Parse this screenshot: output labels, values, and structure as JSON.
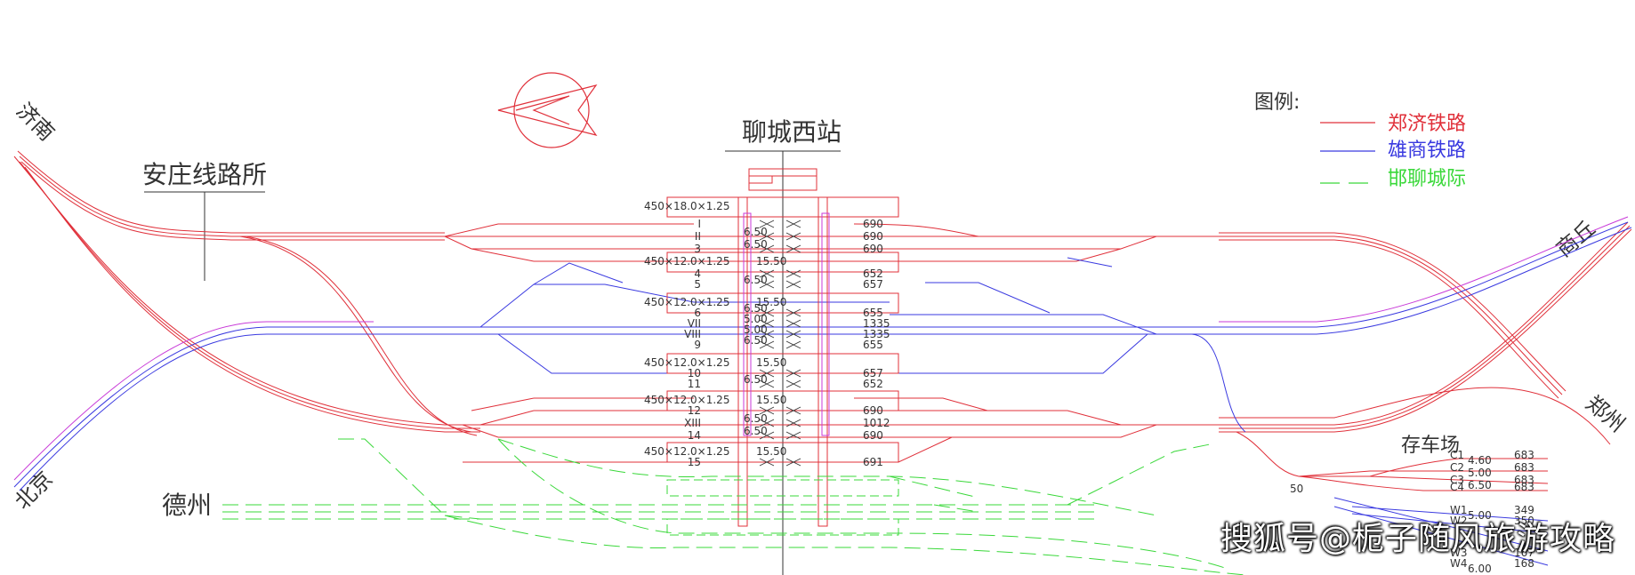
{
  "station_title": "聊城西站",
  "junction_label": "安庄线路所",
  "legend": {
    "title": "图例:",
    "items": [
      {
        "label": "郑济铁路",
        "color": "#e0303a",
        "style": "solid"
      },
      {
        "label": "雄商铁路",
        "color": "#3a3ae0",
        "style": "solid"
      },
      {
        "label": "邯聊城际",
        "color": "#3ad83a",
        "style": "dashed"
      }
    ]
  },
  "directions": {
    "jinan": "济南",
    "beijing": "北京",
    "shangqiu": "商丘",
    "zhengzhou": "郑州",
    "dezhou": "德州"
  },
  "depot_label": "存车场",
  "platforms": [
    "450×18.0×1.25",
    "450×12.0×1.25",
    "450×12.0×1.25",
    "450×12.0×1.25",
    "450×12.0×1.25",
    "450×12.0×1.25"
  ],
  "platform_gap": "15.50",
  "tracks": [
    {
      "name": "I",
      "len": "690"
    },
    {
      "name": "II",
      "sep": "6.50",
      "len": "690"
    },
    {
      "name": "3",
      "sep": "6.50",
      "len": "690"
    },
    {
      "name": "4",
      "len": "652"
    },
    {
      "name": "5",
      "sep": "6.50",
      "len": "657"
    },
    {
      "name": "6",
      "sep": "6.50",
      "len": "655"
    },
    {
      "name": "VII",
      "sep": "5.00",
      "len": "1335"
    },
    {
      "name": "VIII",
      "sep": "5.00",
      "len": "1335"
    },
    {
      "name": "9",
      "sep": "6.50",
      "len": "655"
    },
    {
      "name": "10",
      "len": "657"
    },
    {
      "name": "11",
      "sep": "6.50",
      "len": "652"
    },
    {
      "name": "12",
      "len": "690"
    },
    {
      "name": "XIII",
      "sep": "6.50",
      "len": "1012"
    },
    {
      "name": "14",
      "sep": "6.50",
      "len": "690"
    },
    {
      "name": "15",
      "len": "691"
    }
  ],
  "depot_tracks": [
    {
      "name": "C1",
      "sep": "4.60",
      "len": "683"
    },
    {
      "name": "C2",
      "sep": "5.00",
      "len": "683"
    },
    {
      "name": "C3",
      "sep": "6.50",
      "len": "683"
    },
    {
      "name": "C4",
      "len": "683"
    }
  ],
  "w_tracks": [
    {
      "name": "W1",
      "sep": "5.00",
      "len": "349"
    },
    {
      "name": "W2",
      "len": "350"
    },
    {
      "name": "W3",
      "len": "167"
    },
    {
      "name": "W4",
      "sep": "6.00",
      "len": "168"
    }
  ],
  "depot_switch_label": "50",
  "watermark": "搜狐号@栀子随风旅游攻略"
}
